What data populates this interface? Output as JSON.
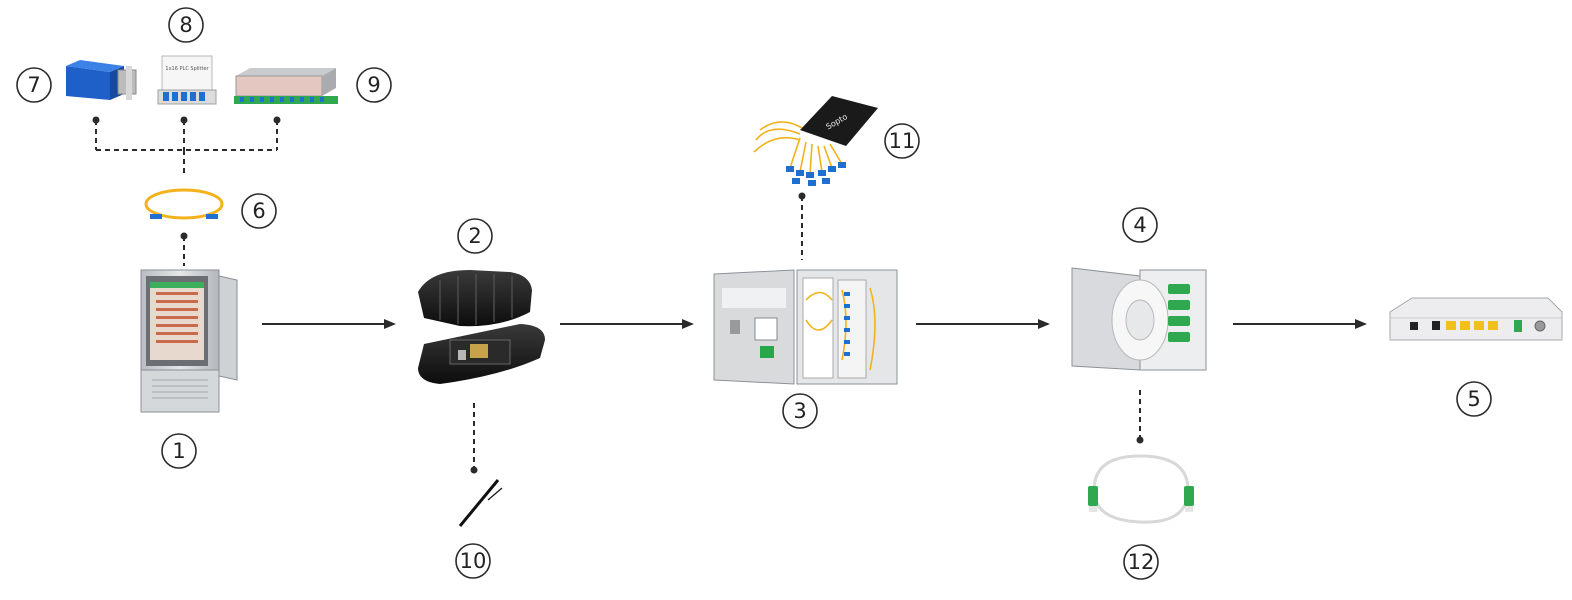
{
  "labels": {
    "n1": "1",
    "n2": "2",
    "n3": "3",
    "n4": "4",
    "n5": "5",
    "n6": "6",
    "n7": "7",
    "n8": "8",
    "n9": "9",
    "n10": "10",
    "n11": "11",
    "n12": "12"
  },
  "product_texts": {
    "splitter_box_brand": "Sopto",
    "plc_box_caption": "1x16 PLC Splitter"
  },
  "icons": [
    "outdoor-cabinet-icon",
    "splice-closure-icon",
    "distribution-box-icon",
    "terminal-box-icon",
    "onu-router-icon",
    "patch-cord-icon",
    "sc-adapter-icon",
    "lgx-splitter-icon",
    "rack-splitter-icon",
    "drop-cable-icon",
    "plc-splitter-icon",
    "apc-patch-cord-icon"
  ],
  "colors": {
    "line": "#2b2b2b",
    "fiber_yellow": "#f2b21b",
    "connector_blue": "#1e6fd0",
    "connector_green": "#2fa84f",
    "metal_grey": "#c9ccd0"
  }
}
